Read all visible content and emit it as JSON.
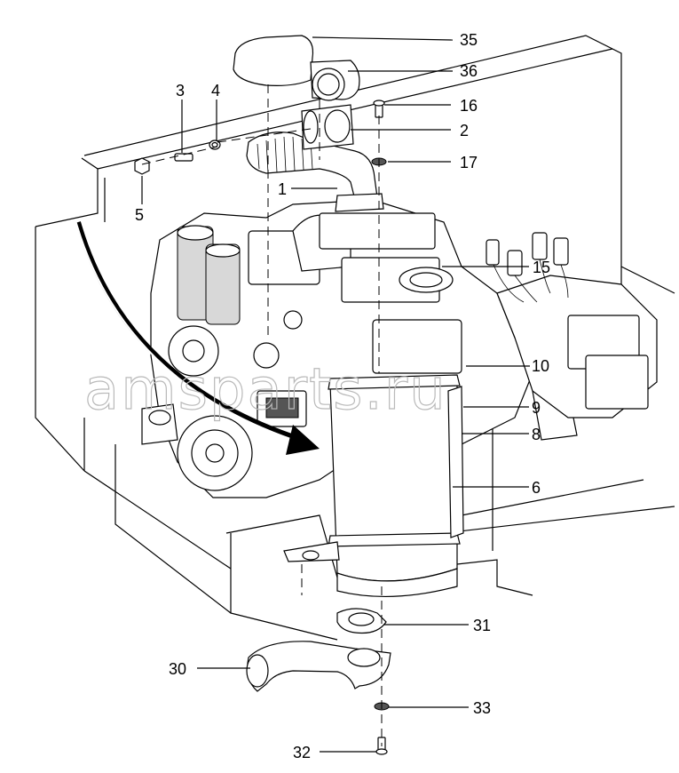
{
  "watermark": "amsparts.ru",
  "callouts": {
    "c1": "1",
    "c2": "2",
    "c3": "3",
    "c4": "4",
    "c5": "5",
    "c6": "6",
    "c8": "8",
    "c9": "9",
    "c10": "10",
    "c15": "15",
    "c16": "16",
    "c17": "17",
    "c30": "30",
    "c31": "31",
    "c32": "32",
    "c33": "33",
    "c35": "35",
    "c36": "36"
  }
}
